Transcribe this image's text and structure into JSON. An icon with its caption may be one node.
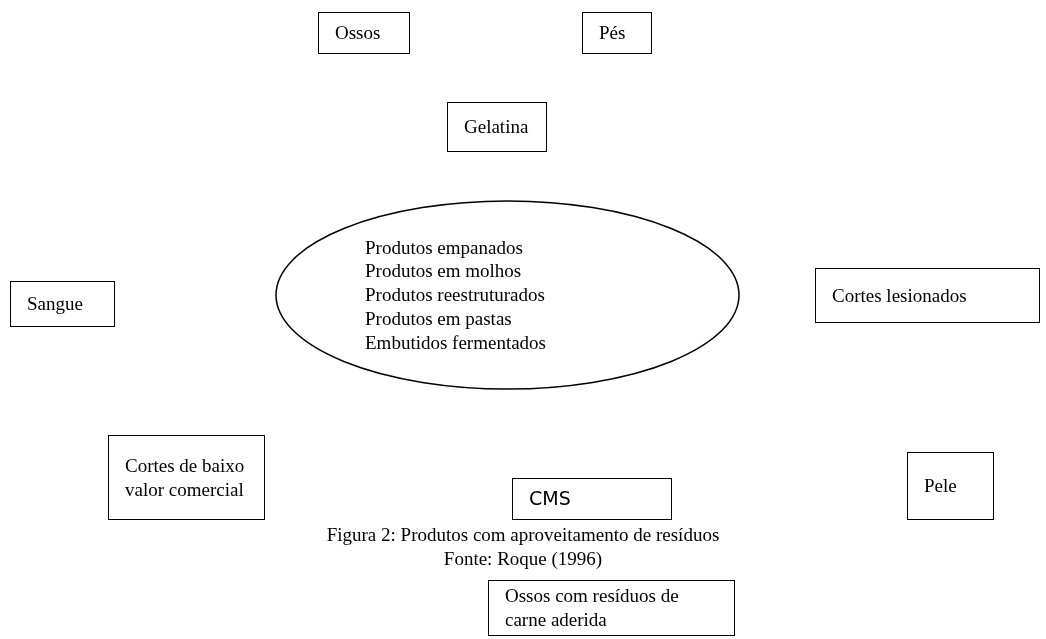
{
  "diagram": {
    "caption": "Figura 2: Produtos com aproveitamento de resíduos",
    "nodes": [
      {
        "text": [
          "Ossos"
        ]
      },
      {
        "text": [
          "Pés"
        ]
      },
      {
        "text": [
          "Gelatina"
        ]
      },
      {
        "text": [
          "Produtos empanados Produtos em molhos Produtos reestruturados Produtos em pastas Embutidos fermentados"
        ]
      },
      {
        "text": [
          "Sangue"
        ]
      },
      {
        "text": [
          "Cortes lesionados"
        ]
      },
      {
        "text": [
          "Cortes de baixo valor comercial"
        ]
      },
      {
        "text": [
          "CMS"
        ]
      },
      {
        "text": [
          "Pele"
        ]
      },
      {
        "text": [
          "Ossos com resíduos de carne aderida"
        ]
      }
    ],
    "labels": [
      "Fonte: Roque (1996)"
    ]
  }
}
